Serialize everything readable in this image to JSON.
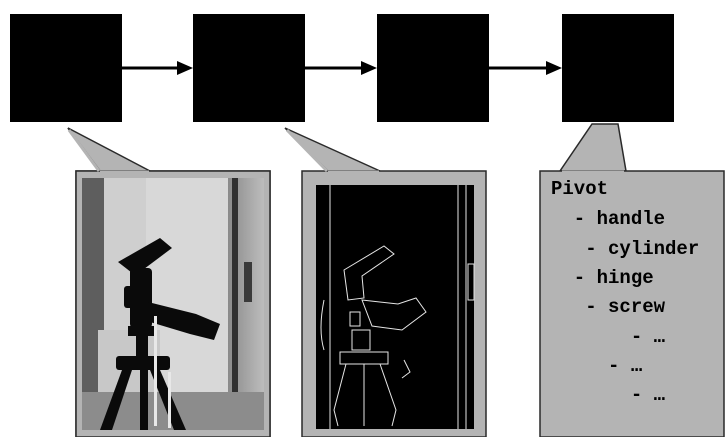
{
  "colors": {
    "block": "#000000",
    "arrow": "#000000",
    "callout": "#b4b4b4",
    "callout_border": "#2a2a2a"
  },
  "pipeline": {
    "stages": [
      "stage-1",
      "stage-2",
      "stage-3",
      "stage-4"
    ],
    "arrows": 3
  },
  "panels": {
    "photo": {
      "subject": "camera tripod pan head in front of a doorway (grayscale photo)"
    },
    "edges": {
      "subject": "edge-detected outline of the same tripod head (white lines on black)"
    },
    "tree": {
      "lines": [
        "Pivot",
        "  - handle",
        "   - cylinder",
        "  - hinge",
        "   - screw",
        "       - …",
        "     - …",
        "       - …"
      ]
    }
  }
}
